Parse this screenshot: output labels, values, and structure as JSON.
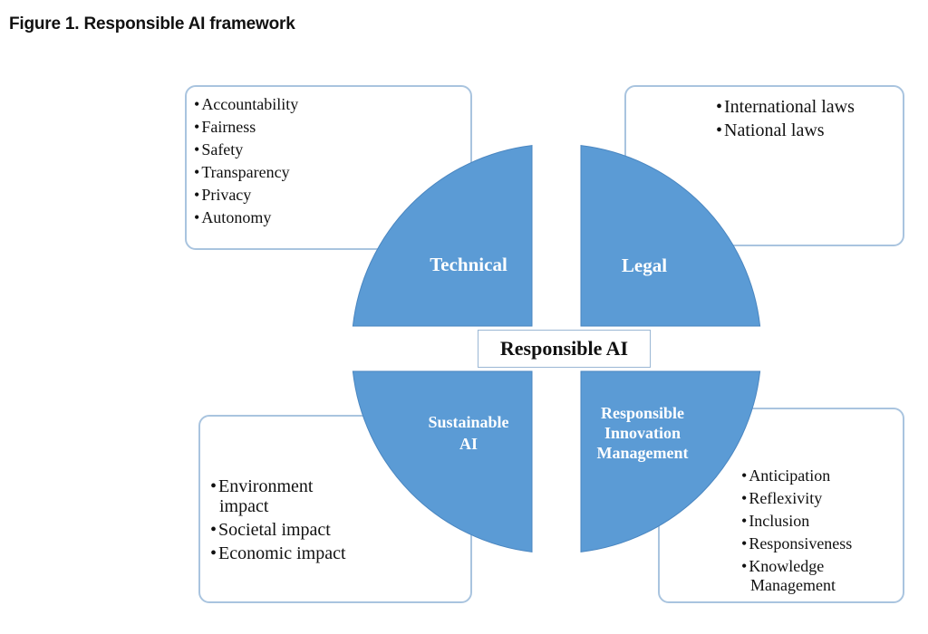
{
  "figure": {
    "title": "Figure 1. Responsible AI framework"
  },
  "center": {
    "label": "Responsible AI"
  },
  "quadrants": {
    "technical": {
      "label": "Technical"
    },
    "legal": {
      "label": "Legal"
    },
    "sustainable": {
      "line1": "Sustainable",
      "line2": "AI"
    },
    "rim": {
      "line1": "Responsible",
      "line2": "Innovation",
      "line3": "Management"
    }
  },
  "boxes": {
    "technical": {
      "items": [
        "Accountability",
        "Fairness",
        "Safety",
        "Transparency",
        "Privacy",
        "Autonomy"
      ]
    },
    "legal": {
      "items": [
        "International laws",
        "National laws"
      ]
    },
    "sustainable": {
      "items": [
        "Environment",
        "impact",
        "Societal impact",
        "Economic impact"
      ]
    },
    "rim": {
      "items": [
        "Anticipation",
        "Reflexivity",
        "Inclusion",
        "Responsiveness",
        "Knowledge",
        "Management"
      ]
    }
  },
  "colors": {
    "quadrant_fill": "#5b9bd5",
    "box_border": "#a9c4df"
  }
}
